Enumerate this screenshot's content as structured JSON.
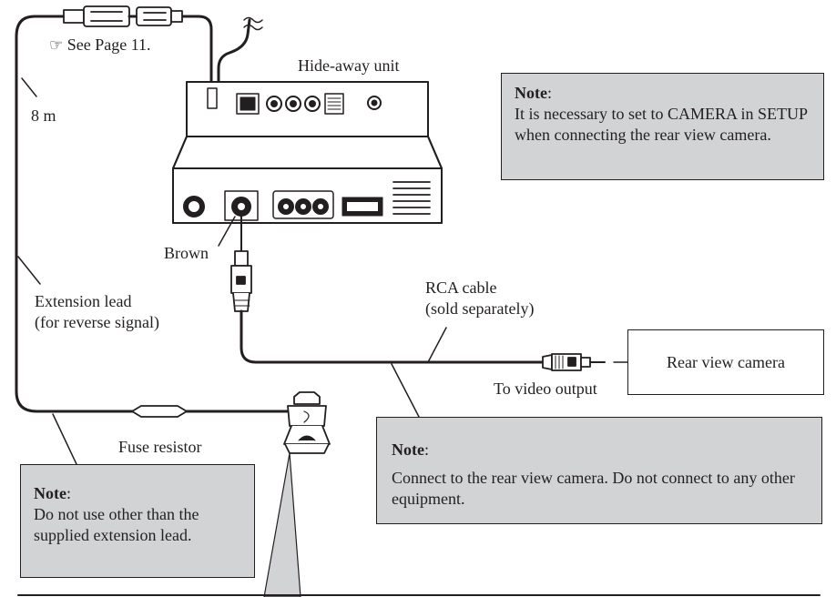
{
  "labels": {
    "see_page": "See Page 11.",
    "hideaway_unit": "Hide-away unit",
    "length": "8 m",
    "brown": "Brown",
    "extension_lead_1": "Extension lead",
    "extension_lead_2": "(for reverse signal)",
    "rca_cable_1": "RCA cable",
    "rca_cable_2": "(sold separately)",
    "to_video_output": "To video output",
    "fuse_resistor": "Fuse resistor"
  },
  "camera": {
    "label": "Rear view camera"
  },
  "notes": {
    "camera_setup": {
      "title": "Note",
      "colon": ":",
      "body": "It is necessary to set to CAMERA in SETUP when connecting the rear view camera."
    },
    "connect_only": {
      "title": "Note",
      "colon": ":",
      "body": "Connect to the rear view camera. Do not connect to any other equipment."
    },
    "extension_lead": {
      "title": "Note",
      "colon": ":",
      "body": "Do not use other than the supplied extension lead."
    }
  },
  "icons": {
    "pointing_hand": "hand-pointing-icon"
  },
  "colors": {
    "note_fill": "#d2d3d5",
    "ink": "#231f20"
  }
}
